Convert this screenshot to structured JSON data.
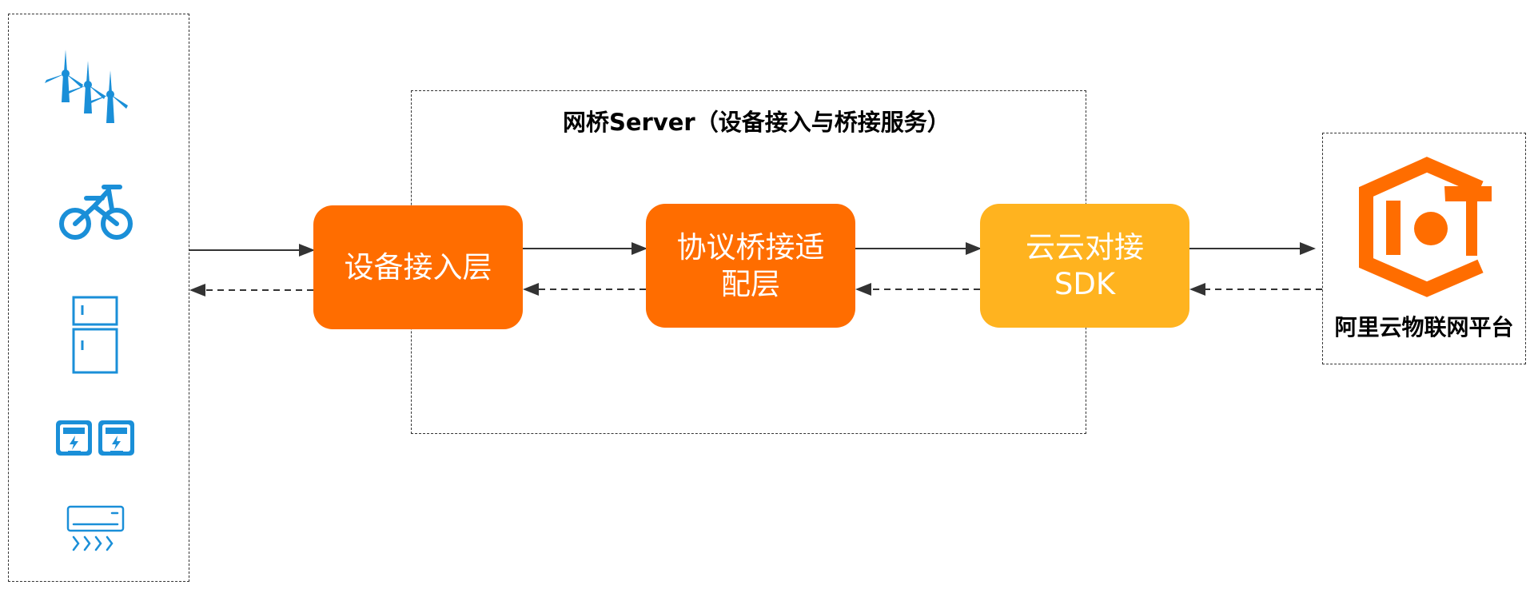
{
  "server": {
    "title": "网桥Server（设备接入与桥接服务）"
  },
  "layers": [
    {
      "line1": "设备接入层",
      "line2": ""
    },
    {
      "line1": "协议桥接适",
      "line2": "配层"
    },
    {
      "line1": "云云对接",
      "line2": "SDK"
    }
  ],
  "platform": {
    "label": "阿里云物联网平台"
  },
  "colors": {
    "orange": "#FF6D00",
    "amber": "#FFB31F",
    "device_blue": "#1A8FD8",
    "line": "#333333"
  },
  "devices": [
    {
      "icon": "wind-turbine-icon"
    },
    {
      "icon": "bicycle-icon"
    },
    {
      "icon": "refrigerator-icon"
    },
    {
      "icon": "meter-icon"
    },
    {
      "icon": "air-conditioner-icon"
    }
  ]
}
